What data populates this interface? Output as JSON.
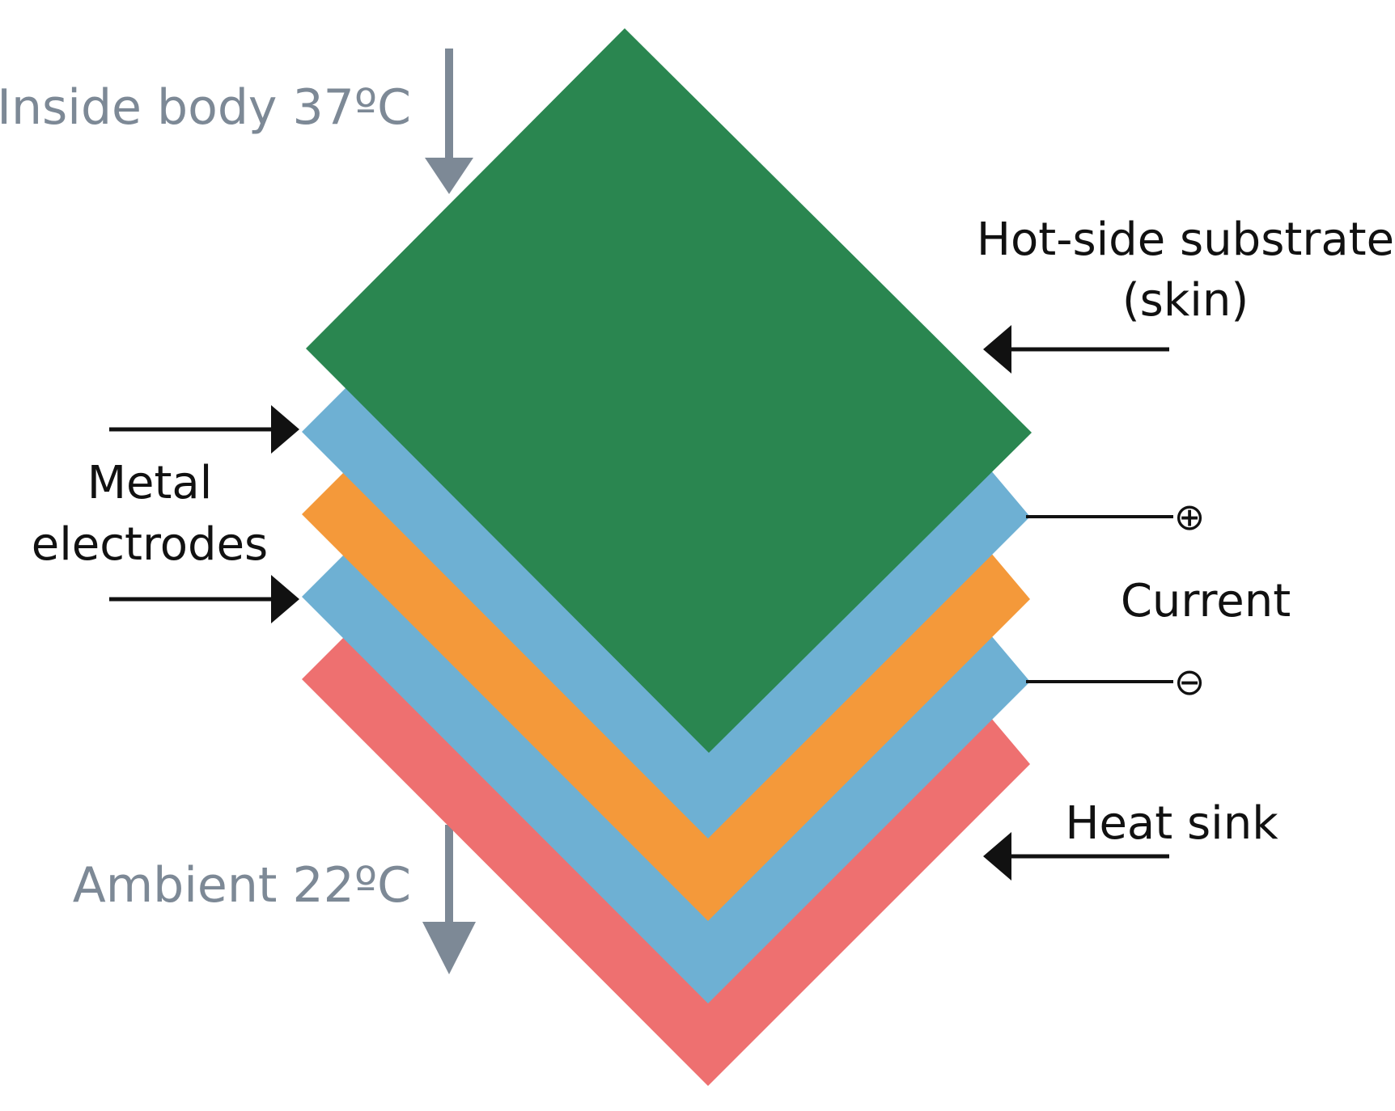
{
  "labels": {
    "inside_body": "Inside body 37ºC",
    "ambient": "Ambient 22ºC",
    "hot_side_line1": "Hot-side substrate",
    "hot_side_line2": "(skin)",
    "metal_line1": "Metal",
    "metal_line2": "electrodes",
    "current": "Current",
    "heat_sink": "Heat sink",
    "plus_symbol": "⊕",
    "minus_symbol": "⊖"
  },
  "colors": {
    "substrate": "#2a8650",
    "electrode": "#6eb0d3",
    "thermoelectric": "#f4993a",
    "heat_sink": "#ee7070",
    "heat_arrow": "#7d8996",
    "pointer": "#111111"
  }
}
